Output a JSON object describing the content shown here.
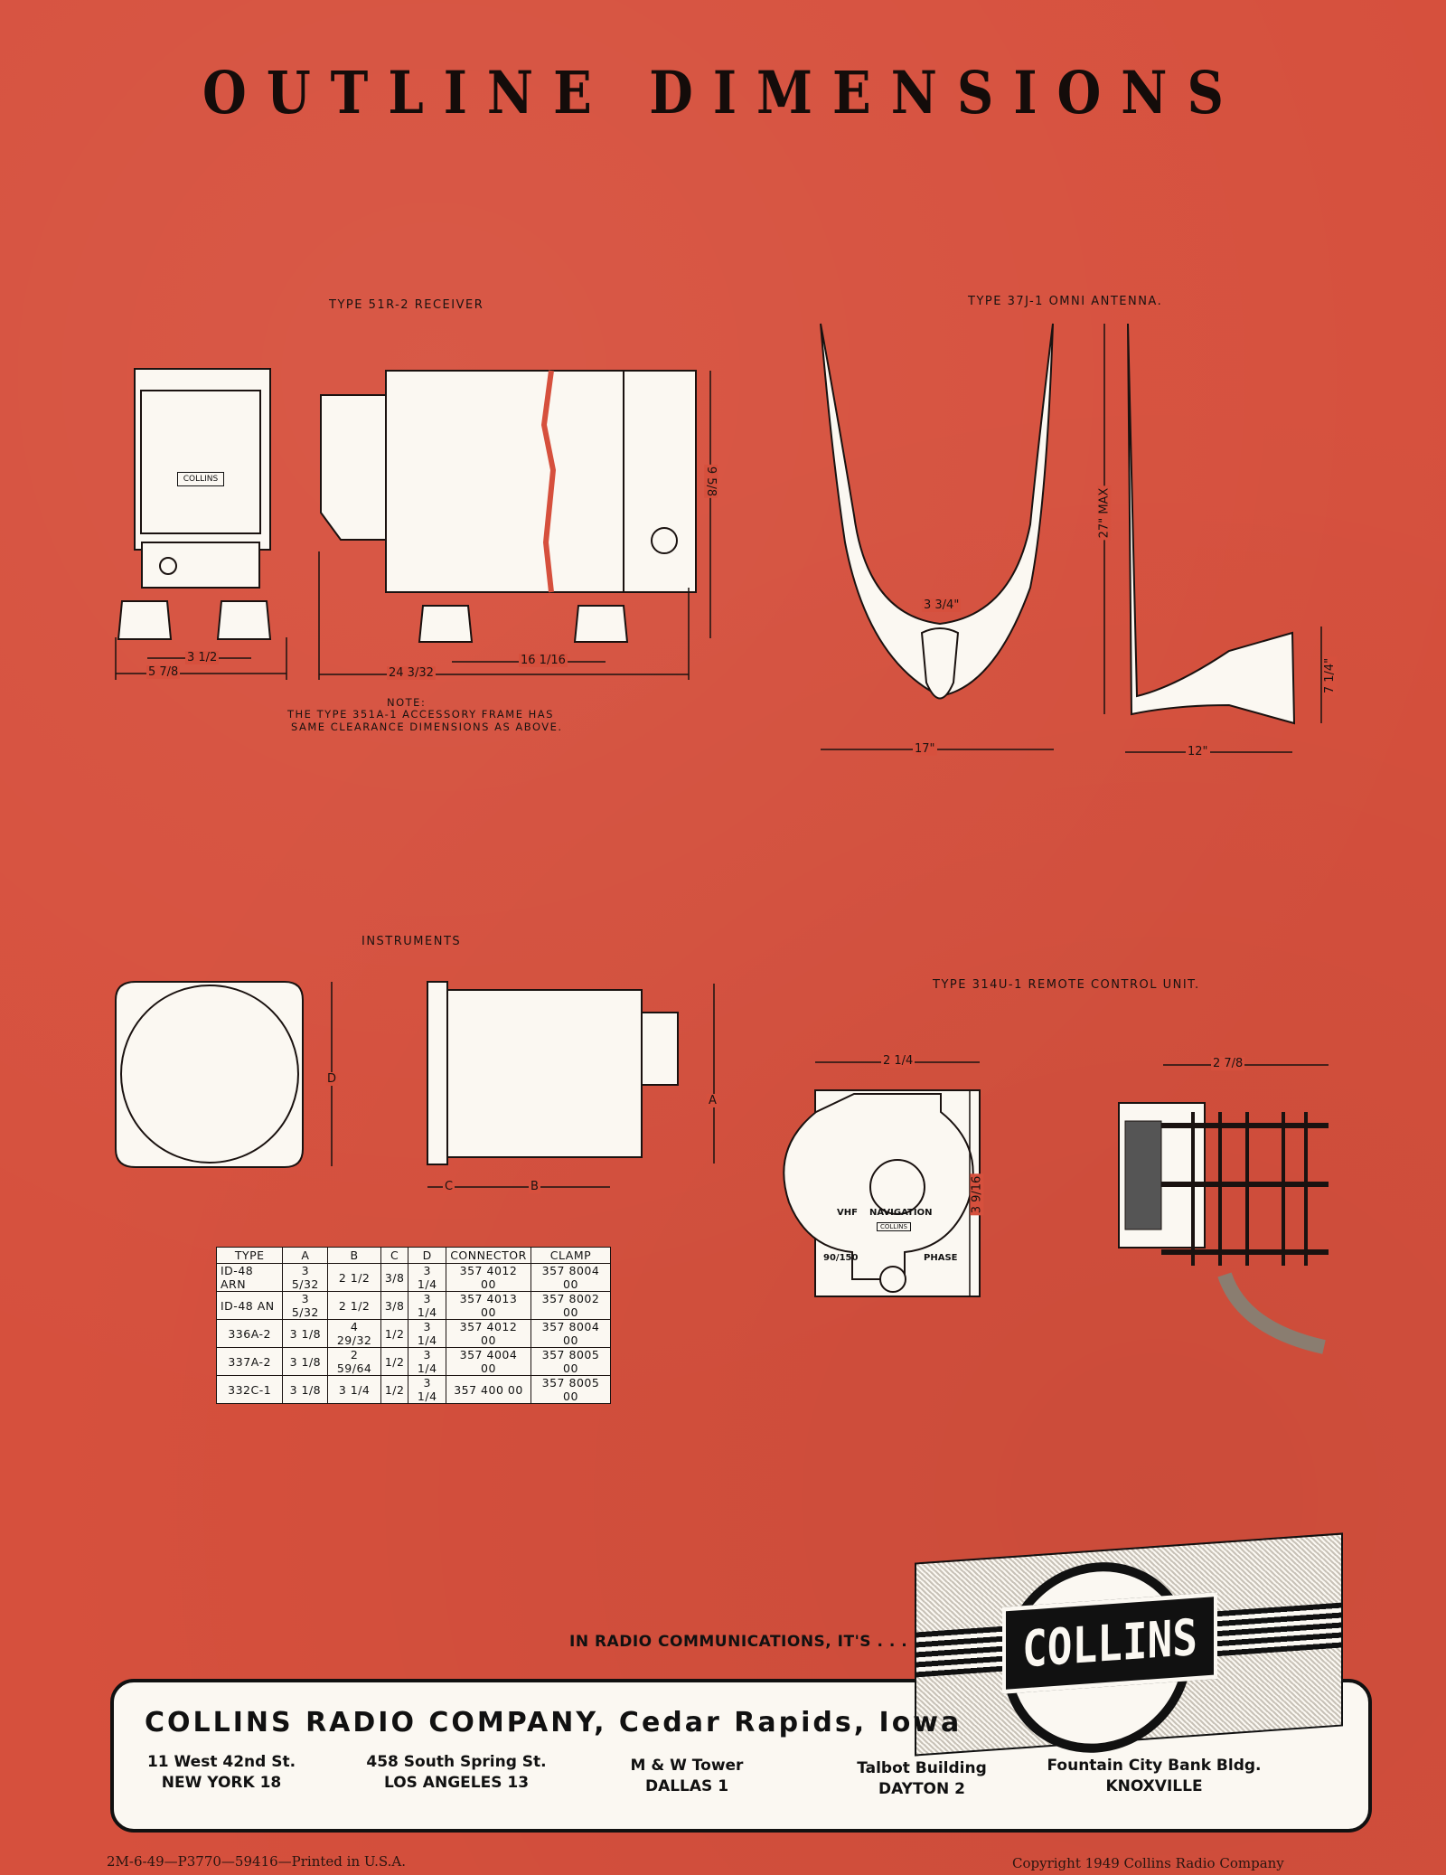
{
  "page_title": "OUTLINE DIMENSIONS",
  "receiver": {
    "label": "TYPE 51R-2 RECEIVER",
    "logo_text": "COLLINS",
    "dims": {
      "front_width": "5 7/8",
      "foot_spacing": "3 1/2",
      "length": "24 3/32",
      "side_foot_spacing": "16 1/16",
      "height": "9 5/8"
    },
    "note_heading": "NOTE:",
    "note_line1": "THE TYPE 351A-1 ACCESSORY FRAME HAS",
    "note_line2": "SAME CLEARANCE DIMENSIONS AS ABOVE."
  },
  "antenna": {
    "label": "TYPE 37J-1 OMNI ANTENNA.",
    "dims": {
      "width": "17\"",
      "center": "3 3/4\"",
      "height": "27\" MAX",
      "depth": "12\"",
      "mount": "7 1/4\""
    }
  },
  "instruments": {
    "label": "INSTRUMENTS",
    "dims": {
      "d": "D",
      "a": "A",
      "b": "B",
      "c": "C"
    },
    "table": {
      "headers": [
        "TYPE",
        "A",
        "B",
        "C",
        "D",
        "CONNECTOR",
        "CLAMP"
      ],
      "rows": [
        [
          "ID-48 ARN",
          "3 5/32",
          "2 1/2",
          "3/8",
          "3 1/4",
          "357 4012 00",
          "357 8004 00"
        ],
        [
          "ID-48 AN",
          "3 5/32",
          "2 1/2",
          "3/8",
          "3 1/4",
          "357 4013 00",
          "357 8002 00"
        ],
        [
          "336A-2",
          "3 1/8",
          "4 29/32",
          "1/2",
          "3 1/4",
          "357 4012 00",
          "357 8004 00"
        ],
        [
          "337A-2",
          "3 1/8",
          "2 59/64",
          "1/2",
          "3 1/4",
          "357 4004 00",
          "357 8005 00"
        ],
        [
          "332C-1",
          "3 1/8",
          "3 1/4",
          "1/2",
          "3 1/4",
          "357 400 00",
          "357 8005 00"
        ]
      ]
    }
  },
  "remote": {
    "label": "TYPE 314U-1 REMOTE CONTROL UNIT.",
    "panel": {
      "vhf": "VHF",
      "navigation": "NAVIGATION",
      "logo_text": "COLLINS",
      "left": "90/150",
      "right": "PHASE"
    },
    "dims": {
      "front_width": "2 1/4",
      "height": "3 9/16",
      "side_depth": "2 7/8"
    }
  },
  "footer": {
    "tagline": "IN RADIO COMMUNICATIONS, IT'S . . .",
    "logo_text": "COLLINS",
    "company": "COLLINS RADIO COMPANY, Cedar Rapids, Iowa",
    "offices": [
      {
        "line1": "11 West 42nd St.",
        "line2": "NEW YORK 18"
      },
      {
        "line1": "458 South Spring St.",
        "line2": "LOS ANGELES 13"
      },
      {
        "line1": "M & W Tower",
        "line2": "DALLAS 1"
      },
      {
        "line1": "Talbot Building",
        "line2": "DAYTON 2"
      },
      {
        "line1": "Fountain City Bank Bldg.",
        "line2": "KNOXVILLE"
      }
    ],
    "print_code": "2M-6-49—P3770—59416—Printed in U.S.A.",
    "copyright": "Copyright 1949 Collins Radio Company"
  },
  "colors": {
    "background": "#d6503d",
    "paper": "#fbf8f2",
    "ink": "#1a1210"
  }
}
